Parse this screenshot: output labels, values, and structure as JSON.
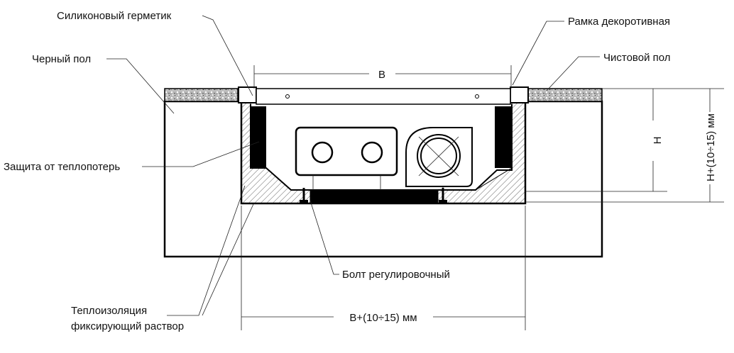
{
  "title": "Схема монтажа внутрипольного конвектора",
  "labels": {
    "sealant": "Силиконовый герметик",
    "frame": "Рамка декоротивная",
    "subfloor": "Черный пол",
    "finish_floor": "Чистовой пол",
    "heat_protection": "Защита от теплопотерь",
    "bolt": "Болт регулировочный",
    "insulation_line1": "Теплоизоляция",
    "insulation_line2": "фиксирующий раствор"
  },
  "dimensions": {
    "width": "B",
    "width_trench": "B+(10÷15) мм",
    "height": "H",
    "height_trench": "H+(10÷15) мм"
  }
}
